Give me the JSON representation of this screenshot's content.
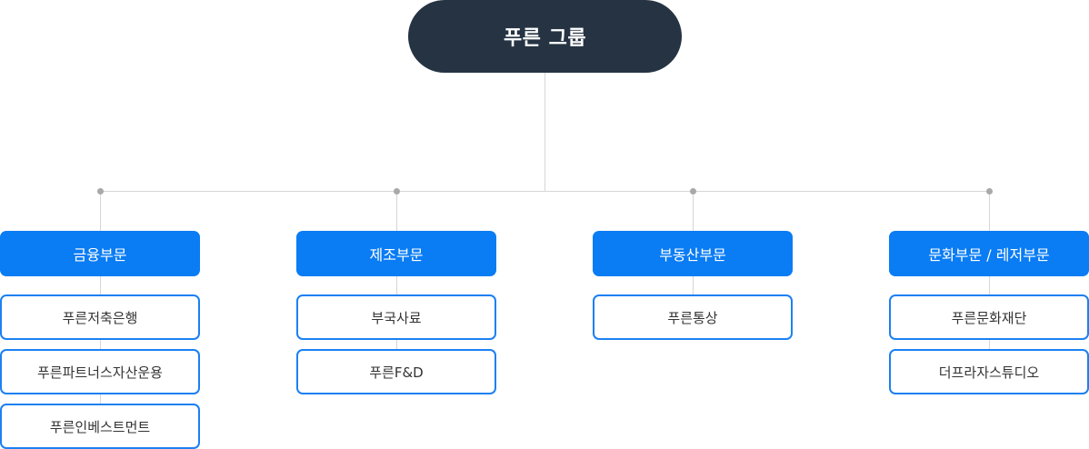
{
  "root": {
    "label": "푸른 그룹"
  },
  "departments": [
    {
      "label": "금융부문",
      "items": [
        "푸른저축은행",
        "푸른파트너스자산운용",
        "푸른인베스트먼트"
      ]
    },
    {
      "label": "제조부문",
      "items": [
        "부국사료",
        "푸른F&D"
      ]
    },
    {
      "label": "부동산부문",
      "items": [
        "푸른통상"
      ]
    },
    {
      "label": "문화부문 / 레저부문",
      "items": [
        "푸른문화재단",
        "더프라자스튜디오"
      ]
    }
  ],
  "colors": {
    "root_bg": "#253343",
    "department_bg": "#0a7cf4",
    "item_border": "#1c80f2",
    "connector": "#d6d6d6"
  }
}
